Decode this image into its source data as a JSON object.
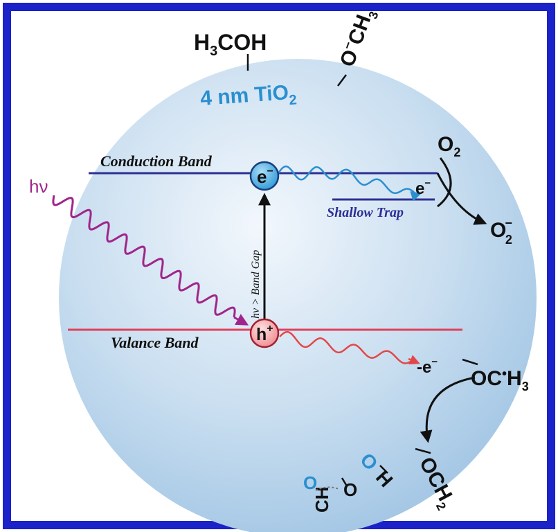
{
  "colors": {
    "frame": "#1a22c8",
    "conduction_band": "#2d2f94",
    "valence_band": "#e0405a",
    "photon": "#a0258a",
    "electron_fill": "#4fb4e8",
    "hole_fill": "#f4a0a4",
    "electron_wave": "#2a8fd0",
    "hole_wave": "#e24848",
    "label_blue": "#2a8fd0",
    "text_dark": "#111111"
  },
  "particle": {
    "size_label": "4 nm TiO",
    "size_sub": "2"
  },
  "bands": {
    "conduction_label": "Conduction Band",
    "valence_label": "Valance Band",
    "shallow_trap_label": "Shallow Trap",
    "gap_label": "hν > Band Gap"
  },
  "photon": {
    "label": "hν"
  },
  "carriers": {
    "electron": "e",
    "electron_sup": "−",
    "hole": "h",
    "hole_sup": "+",
    "trap_electron": "e",
    "trap_electron_sup": "−",
    "transfer": "-e",
    "transfer_sup": "−"
  },
  "species": {
    "methanol_a": "H",
    "methanol_b": "3",
    "methanol_c": "COH",
    "methoxide_a": "O",
    "methoxide_b": "−",
    "methoxide_c": "CH",
    "methoxide_d": "3",
    "oxygen": "O",
    "oxygen_sub": "2",
    "superoxide": "O",
    "superoxide_sup": "−",
    "superoxide_sub": "2",
    "radical_a": "OC",
    "radical_b": "•",
    "radical_c": "H",
    "radical_d": "3",
    "formaldehyde_a": "OCH",
    "formaldehyde_b": "2",
    "hydroxyl_a": "O",
    "hydroxyl_b": "H",
    "formate_a": "O",
    "formate_b": "CH",
    "formate_c": "O"
  }
}
